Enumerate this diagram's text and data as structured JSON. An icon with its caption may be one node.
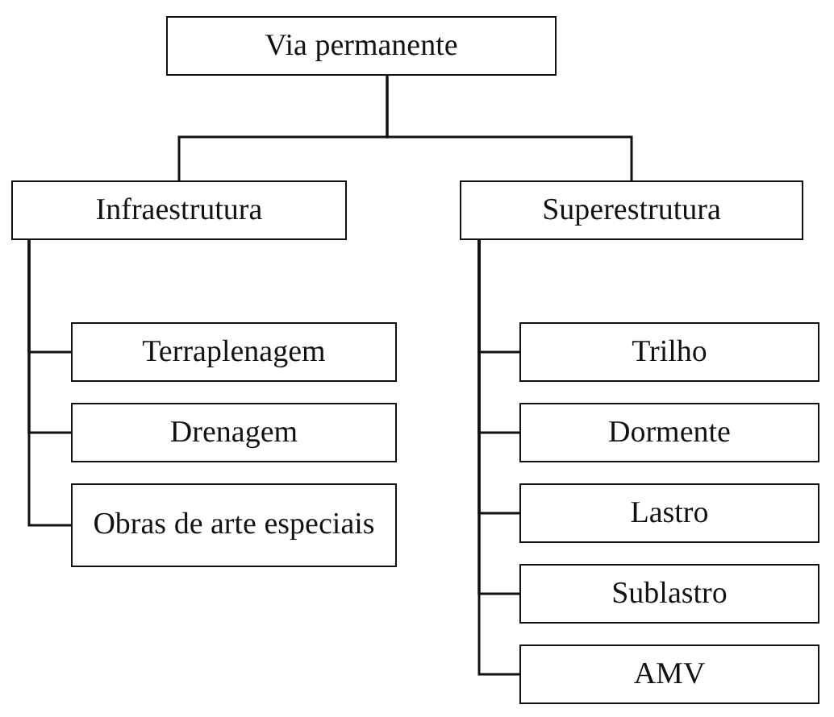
{
  "diagram": {
    "nodes": [
      {
        "text": [
          "Via permanente"
        ]
      },
      {
        "text": [
          "Infraestrutura"
        ]
      },
      {
        "text": [
          "Superestrutura"
        ]
      },
      {
        "text": [
          "Terraplenagem"
        ]
      },
      {
        "text": [
          "Drenagem"
        ]
      },
      {
        "text": [
          "Obras de arte especiais"
        ]
      },
      {
        "text": [
          "Trilho"
        ]
      },
      {
        "text": [
          "Dormente"
        ]
      },
      {
        "text": [
          "Lastro"
        ]
      },
      {
        "text": [
          "Sublastro"
        ]
      },
      {
        "text": [
          "AMV"
        ]
      }
    ],
    "edges": [
      {
        "from": 0,
        "to": 1,
        "arrow": "none"
      },
      {
        "from": 0,
        "to": 2,
        "arrow": "none"
      },
      {
        "from": 1,
        "to": 3,
        "arrow": "none"
      },
      {
        "from": 1,
        "to": 4,
        "arrow": "none"
      },
      {
        "from": 1,
        "to": 5,
        "arrow": "none"
      },
      {
        "from": 2,
        "to": 6,
        "arrow": "none"
      },
      {
        "from": 2,
        "to": 7,
        "arrow": "none"
      },
      {
        "from": 2,
        "to": 8,
        "arrow": "none"
      },
      {
        "from": 2,
        "to": 9,
        "arrow": "none"
      },
      {
        "from": 2,
        "to": 10,
        "arrow": "none"
      }
    ]
  }
}
